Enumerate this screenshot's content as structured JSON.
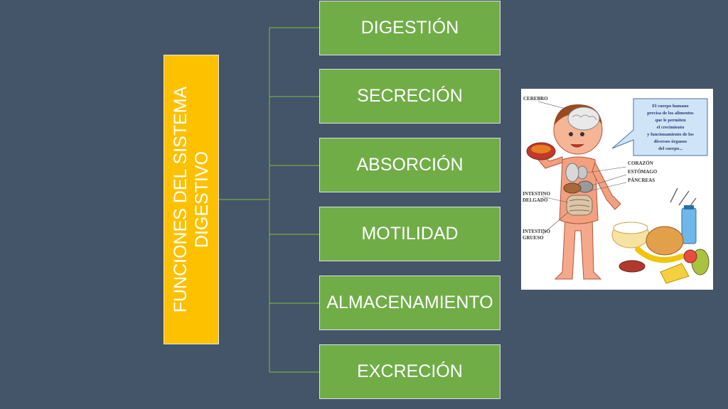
{
  "diagram": {
    "root_label": "FUNCIONES DEL SISTEMA\nDIGESTIVO",
    "nodes": [
      {
        "label": "DIGESTIÓN"
      },
      {
        "label": "SECRECIÓN"
      },
      {
        "label": "ABSORCIÓN"
      },
      {
        "label": "MOTILIDAD"
      },
      {
        "label": "ALMACENAMIENTO"
      },
      {
        "label": "EXCRECIÓN"
      }
    ],
    "colors": {
      "background": "#445469",
      "root": "#fdc100",
      "node": "#70ad47",
      "connector": "#70ad47"
    }
  },
  "illustration": {
    "labels": {
      "cerebro": "CEREBRO",
      "corazon": "CORAZÓN",
      "estomago": "ESTÓMAGO",
      "pancreas": "PÁNCREAS",
      "intestino_delgado_1": "INTESTINO",
      "intestino_delgado_2": "DELGADO",
      "intestino_grueso_1": "INTESTINO",
      "intestino_grueso_2": "GRUESO"
    },
    "bubble_lines": [
      "El cuerpo humano",
      "precisa de los alimentos",
      "que le permiten",
      "el crecimiento",
      "y funcionamiento de los",
      "diversos órganos",
      "del cuerpo..."
    ]
  }
}
